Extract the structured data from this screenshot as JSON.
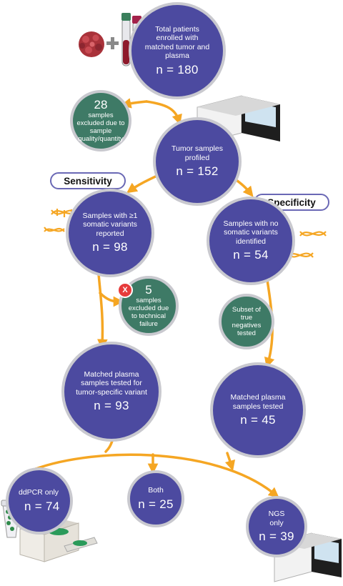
{
  "nodes": {
    "total": {
      "label": "Total patients enrolled with matched tumor and plasma",
      "value": "n = 180"
    },
    "excluded_quality": {
      "count": "28",
      "label": "samples excluded due to sample quality/quantity"
    },
    "profiled": {
      "label": "Tumor samples profiled",
      "value": "n = 152"
    },
    "with_variants": {
      "label": "Samples with ≥1 somatic variants reported",
      "value": "n = 98"
    },
    "no_variants": {
      "label": "Samples with no somatic variants identified",
      "value": "n = 54"
    },
    "excluded_technical": {
      "count": "5",
      "label": "samples excluded due to technical failure",
      "badge": "X"
    },
    "true_negatives": {
      "label": "Subset of true negatives tested"
    },
    "plasma_specific": {
      "label": "Matched plasma samples tested for tumor-specific variant",
      "value": "n = 93"
    },
    "plasma_tested": {
      "label": "Matched plasma samples tested",
      "value": "n = 45"
    },
    "ddpcr_only": {
      "label": "ddPCR only",
      "value": "n = 74"
    },
    "both": {
      "label": "Both",
      "value": "n = 25"
    },
    "ngs_only": {
      "label": "NGS only",
      "value": "n = 39"
    }
  },
  "tags": {
    "sensitivity": "Sensitivity",
    "specificity": "Specificity"
  },
  "colors": {
    "node": "#4c4aa0",
    "excluded": "#3e7a66",
    "arrow": "#f5a623",
    "ring": "#c9c9cf"
  },
  "icons": [
    "tumor-icon",
    "blood-tube-icon",
    "sequencer-icon",
    "dna-icon",
    "ddpcr-instrument-icon",
    "sample-tube-icon"
  ]
}
